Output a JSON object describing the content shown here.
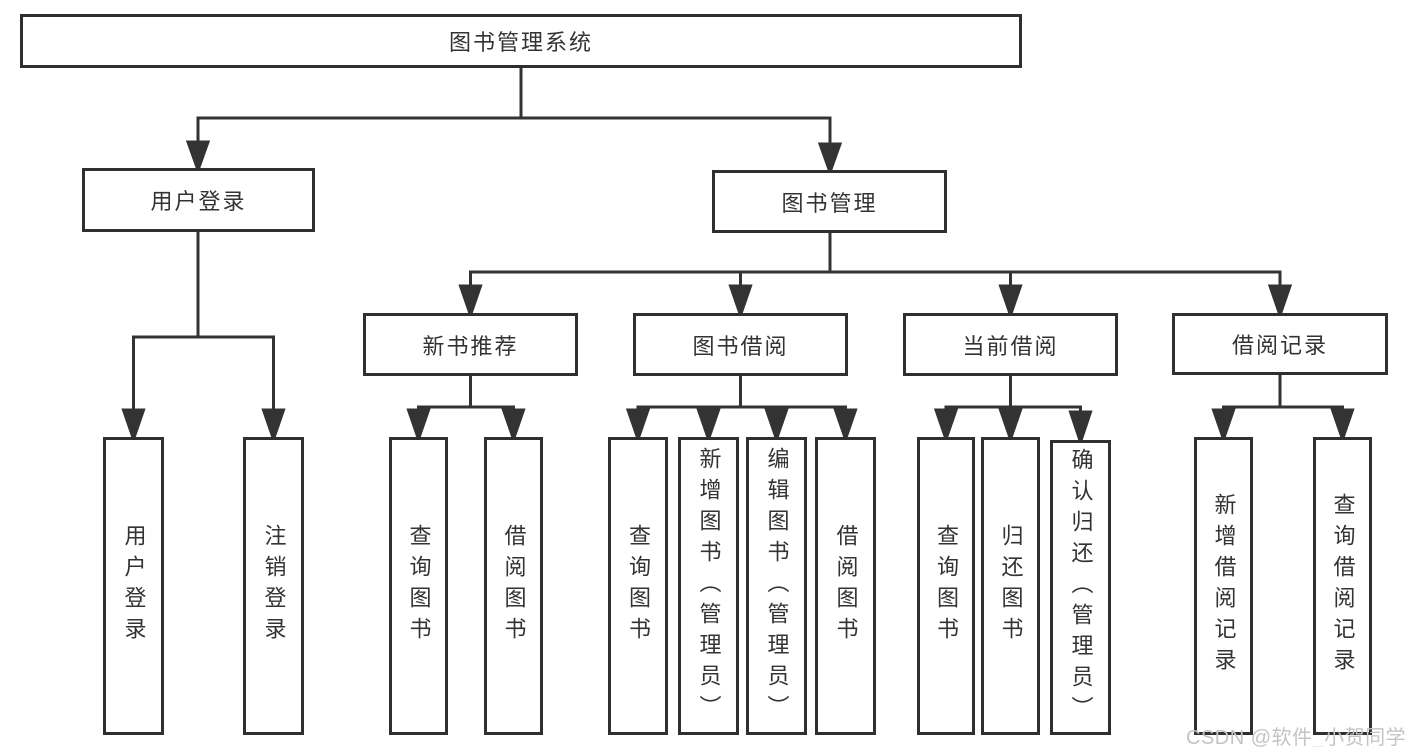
{
  "diagram": {
    "title": "图书管理系统",
    "colors": {
      "background": "#ffffff",
      "line": "#333333",
      "box_border": "#2f2f2f",
      "box_fill": "#ffffff",
      "text": "#333333",
      "watermark": "#c3c4c8"
    },
    "tree": {
      "root": {
        "label": "图书管理系统"
      },
      "branches": [
        {
          "label": "用户登录",
          "children": [
            "用户登录",
            "注销登录"
          ]
        },
        {
          "label": "图书管理",
          "children": [
            {
              "label": "新书推荐",
              "children": [
                "查询图书",
                "借阅图书"
              ]
            },
            {
              "label": "图书借阅",
              "children": [
                "查询图书",
                "新增图书（管理员）",
                "编辑图书（管理员）",
                "借阅图书"
              ]
            },
            {
              "label": "当前借阅",
              "children": [
                "查询图书",
                "归还图书",
                "确认归还（管理员）"
              ]
            },
            {
              "label": "借阅记录",
              "children": [
                "新增借阅记录",
                "查询借阅记录"
              ]
            }
          ]
        }
      ]
    },
    "watermark": {
      "text": "CSDN @软件_小贺同学"
    }
  }
}
